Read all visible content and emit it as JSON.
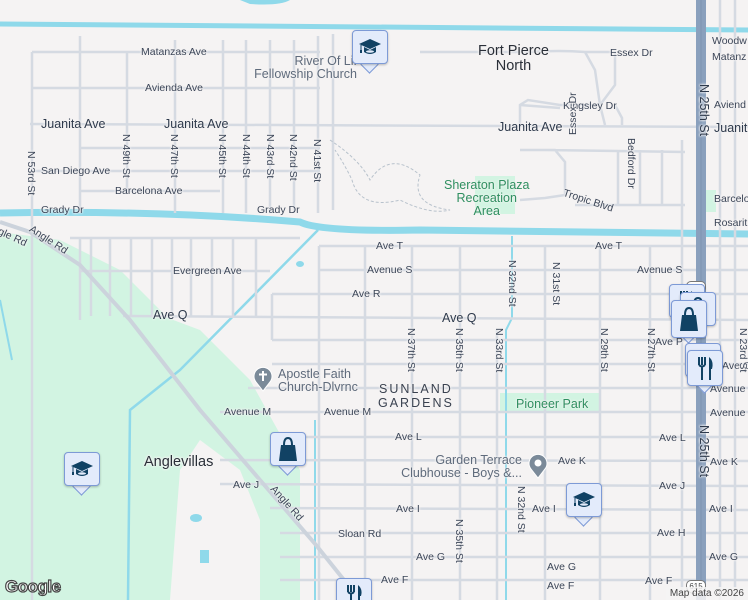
{
  "map": {
    "colors": {
      "background": "#f5f3f3",
      "road": "#d5dae2",
      "highway": "#8aa0bd",
      "water": "#8fd9ea",
      "park": "#d2f4e2",
      "pin_fill": "#e3ebfb",
      "pin_border": "#7d9ad6",
      "pin_icon": "#114264",
      "label": "#3c4658",
      "park_label": "#2f8f60"
    },
    "neighborhoods": {
      "fort_pierce_north": [
        "Fort Pierce",
        "North"
      ],
      "sunland_gardens": [
        "SUNLAND",
        "GARDENS"
      ],
      "anglevillas": "Anglevillas"
    },
    "parks": {
      "sheraton": [
        "Sheraton Plaza",
        "Recreation",
        "Area"
      ],
      "pioneer": "Pioneer Park"
    },
    "pois": {
      "river_of_life": [
        "River Of Lif",
        "Fellowship Church"
      ],
      "apostle_faith": [
        "Apostle Faith",
        "Church-Dlvrnc"
      ],
      "garden_terrace": [
        "Garden Terrace",
        "Clubhouse - Boys &..."
      ]
    },
    "streets": {
      "matanzas_ave": "Matanzas Ave",
      "avienda_ave": "Avienda Ave",
      "juanita_ave": "Juanita Ave",
      "juanita_ave_r": "Juanita Ave",
      "san_diego_ave": "San Diego Ave",
      "barcelona_ave": "Barcelona Ave",
      "grady_dr": "Grady Dr",
      "angle_rd": "Angle Rd",
      "evergreen_ave": "Evergreen Ave",
      "ave_q": "Ave Q",
      "ave_t": "Ave T",
      "avenue_s": "Avenue S",
      "ave_r": "Ave R",
      "avenue_m": "Avenue M",
      "ave_l": "Ave L",
      "ave_k": "Ave K",
      "ave_j": "Ave J",
      "ave_i": "Ave I",
      "ave_h": "Ave H",
      "ave_g": "Ave G",
      "ave_f": "Ave F",
      "sloan_rd": "Sloan Rd",
      "essex_dr": "Essex Dr",
      "kingsley_dr": "Kingsley Dr",
      "tropic_blvd": "Tropic Blvd",
      "bedford_dr": "Bedford Dr",
      "n_53rd": "N 53rd St",
      "n_49th": "N 49th St",
      "n_47th": "N 47th St",
      "n_45th": "N 45th St",
      "n_44th": "N 44th St",
      "n_43rd": "N 43rd St",
      "n_42nd": "N 42nd St",
      "n_41st": "N 41st St",
      "n_37th": "N 37th St",
      "n_35th": "N 35th St",
      "n_33rd": "N 33rd St",
      "n_32nd": "N 32nd St",
      "n_31st": "N 31st St",
      "n_29th": "N 29th St",
      "n_27th": "N 27th St",
      "n_25th": "N 25th St",
      "n_23rd": "N 23rd St",
      "woodw": "Woodw",
      "matanz": "Matanz",
      "aviend": "Aviend",
      "juanit": "Juanit",
      "barcelo": "Barcelo",
      "rosarit": "Rosarit",
      "ave_o": "Ave O",
      "ave_p": "Ave P",
      "avenue_n": "Avenue",
      "avenue_e": "Avenue"
    },
    "route_shield": "615",
    "markers": [
      {
        "type": "school",
        "icon": "graduation-cap-icon"
      },
      {
        "type": "school",
        "icon": "graduation-cap-icon"
      },
      {
        "type": "school",
        "icon": "graduation-cap-icon"
      },
      {
        "type": "shopping",
        "icon": "shopping-bag-icon"
      },
      {
        "type": "shopping",
        "icon": "shopping-bag-icon"
      },
      {
        "type": "restaurant",
        "icon": "fork-knife-icon"
      },
      {
        "type": "restaurant",
        "icon": "fork-knife-icon"
      }
    ],
    "branding": {
      "logo": "Google",
      "attribution": "Map data ©2026"
    }
  }
}
